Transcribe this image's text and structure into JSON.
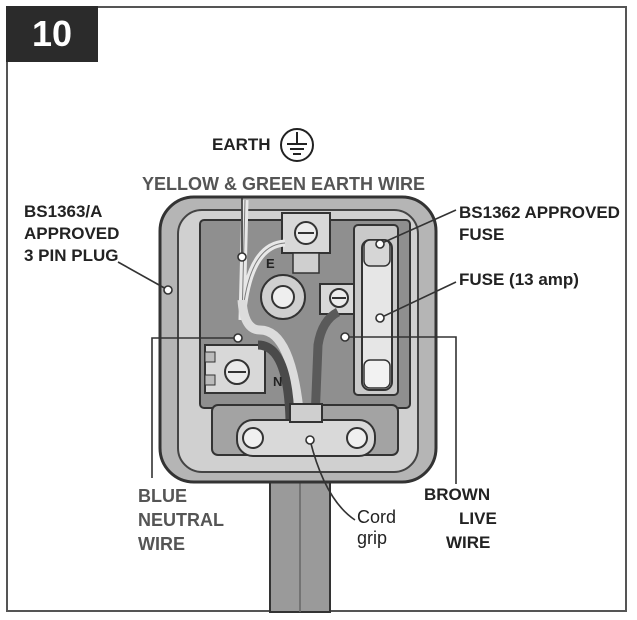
{
  "step_number": "10",
  "labels": {
    "earth": "EARTH",
    "earth_wire": "YELLOW & GREEN EARTH WIRE",
    "plug_line1": "BS1363/A",
    "plug_line2": "APPROVED",
    "plug_line3": "3 PIN PLUG",
    "fuse_approved_line1": "BS1362 APPROVED",
    "fuse_approved_line2": "FUSE",
    "fuse_rating": "FUSE (13 amp)",
    "terminal_e": "E",
    "terminal_n": "N",
    "neutral_line1": "BLUE",
    "neutral_line2": "NEUTRAL",
    "neutral_line3": "WIRE",
    "cord_grip_line1": "Cord",
    "cord_grip_line2": "grip",
    "live_line1": "BROWN",
    "live_line2": "LIVE",
    "live_line3": "WIRE"
  },
  "icons": [
    "earth-ground-icon"
  ],
  "colors": {
    "badge": "#2b2b2b",
    "frame": "#555555",
    "plug_body": "#b5b5b5"
  }
}
